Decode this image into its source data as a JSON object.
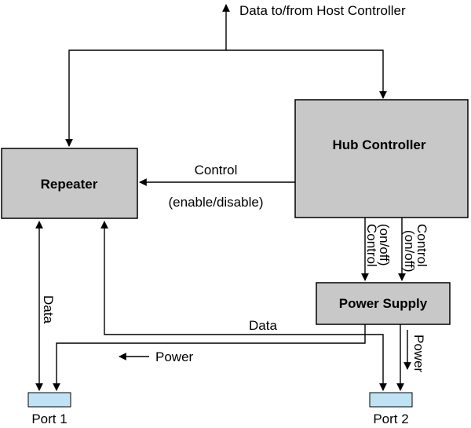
{
  "boxes": {
    "repeater": "Repeater",
    "hub_controller": "Hub Controller",
    "power_supply": "Power Supply"
  },
  "ports": {
    "port1": "Port 1",
    "port2": "Port 2"
  },
  "labels": {
    "host": "Data to/from Host Controller",
    "control": "Control",
    "enable_disable": "(enable/disable)",
    "control_a": "Control",
    "on_off_a": "(on/off)",
    "control_b": "Control",
    "on_off_b": "(on/off)",
    "data_left": "Data",
    "data_mid": "Data",
    "power_mid": "Power",
    "power_right": "Power"
  },
  "colors": {
    "box_fill": "#c8c8c8",
    "port_fill": "#bfe3f5"
  }
}
